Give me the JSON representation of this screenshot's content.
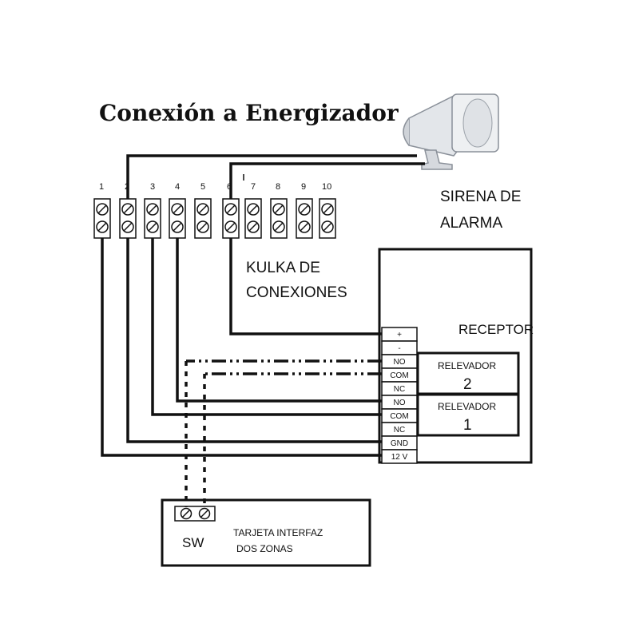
{
  "title": "Conexión a Energizador",
  "siren": {
    "label_line1": "SIRENA DE",
    "label_line2": "ALARMA",
    "icon": "siren-horn-icon"
  },
  "terminal_block": {
    "label_line1": "KULKA DE",
    "label_line2": "CONEXIONES",
    "numbers": [
      "1",
      "2",
      "3",
      "4",
      "5",
      "6",
      "7",
      "8",
      "9",
      "10"
    ]
  },
  "receiver": {
    "label": "RECEPTOR",
    "terminals": [
      "+",
      "-",
      "NO",
      "COM",
      "NC",
      "NO",
      "COM",
      "NC",
      "GND",
      "12 V"
    ],
    "relay2": {
      "label": "RELEVADOR",
      "number": "2"
    },
    "relay1": {
      "label": "RELEVADOR",
      "number": "1"
    }
  },
  "interface_card": {
    "sw_label": "SW",
    "label_line1": "TARJETA INTERFAZ",
    "label_line2": "DOS ZONAS"
  }
}
